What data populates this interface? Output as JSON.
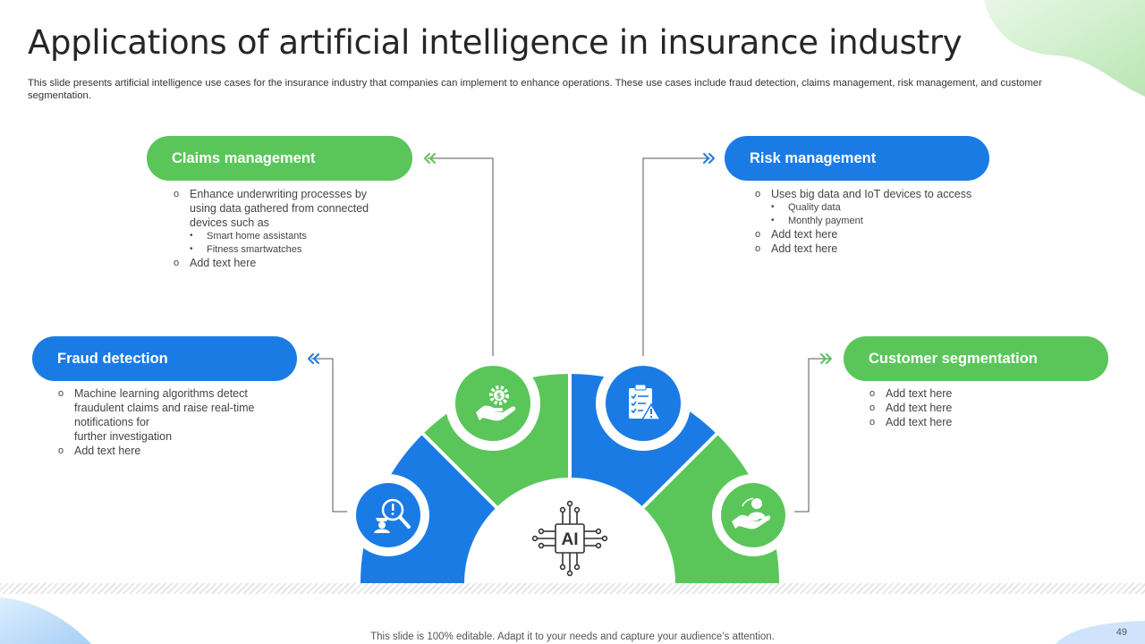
{
  "title": "Applications of artificial intelligence in insurance industry",
  "subtitle": "This slide presents artificial intelligence use cases for the insurance industry that companies can implement to enhance operations. These use cases include fraud detection, claims management, risk management, and customer segmentation.",
  "center_label": "AI",
  "colors": {
    "green": "#5ac65a",
    "blue": "#1b7be5"
  },
  "sections": {
    "claims": {
      "label": "Claims management",
      "item1": "Enhance underwriting processes by using data gathered from connected devices such as",
      "sub1": "Smart home assistants",
      "sub2": "Fitness smartwatches",
      "item2": "Add text here",
      "icon": "hand-dollar-gear-icon"
    },
    "risk": {
      "label": "Risk management",
      "item1": "Uses big data and IoT devices to access",
      "sub1": "Quality data",
      "sub2": "Monthly payment",
      "item2": "Add text here",
      "item3": "Add text here",
      "icon": "clipboard-warning-icon"
    },
    "fraud": {
      "label": "Fraud detection",
      "item1_line1": "Machine learning algorithms detect",
      "item1_line2": "fraudulent claims and raise real-time",
      "item1_line3": "notifications for",
      "item1_line4": "further investigation",
      "item2": "Add text here",
      "icon": "spy-magnifier-icon"
    },
    "segmentation": {
      "label": "Customer segmentation",
      "item1": "Add text here",
      "item2": "Add text here",
      "item3": "Add text here",
      "icon": "hand-person-icon"
    }
  },
  "footer": "This slide is 100% editable. Adapt it to your needs and capture your audience’s attention.",
  "page_number": "49"
}
